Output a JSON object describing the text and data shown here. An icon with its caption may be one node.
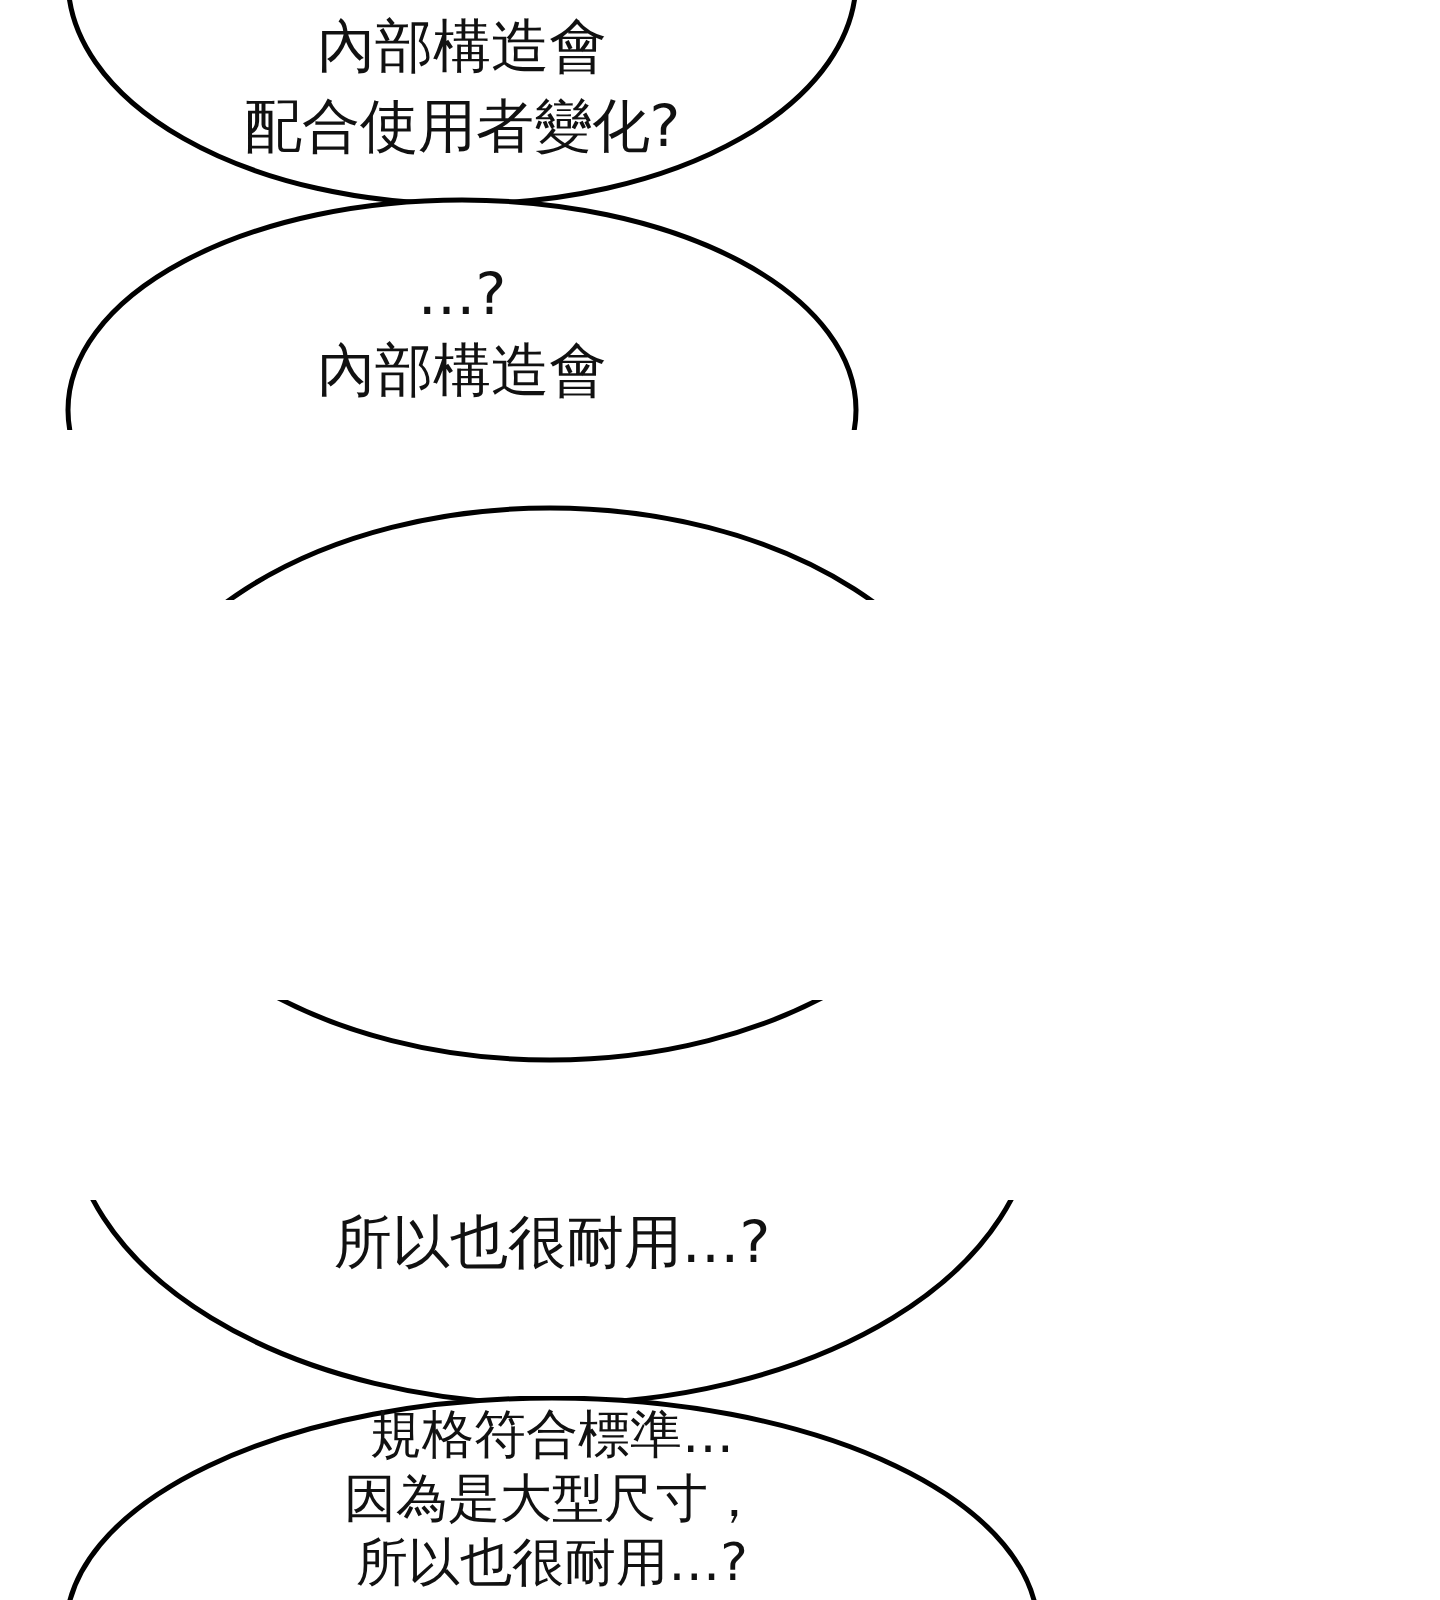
{
  "diagram": {
    "nodes": [
      {
        "text": [
          "內部構造會配合使用者變化?"
        ]
      },
      {
        "text": [
          "…?內部構造會"
        ]
      },
      {
        "text": [],
        "shape": "ellipse"
      },
      {
        "text": [
          "所以也很耐用…?"
        ]
      },
      {
        "text": [
          "規格符合標準…因為是大型尺寸，所以也很耐用…?"
        ]
      }
    ]
  }
}
